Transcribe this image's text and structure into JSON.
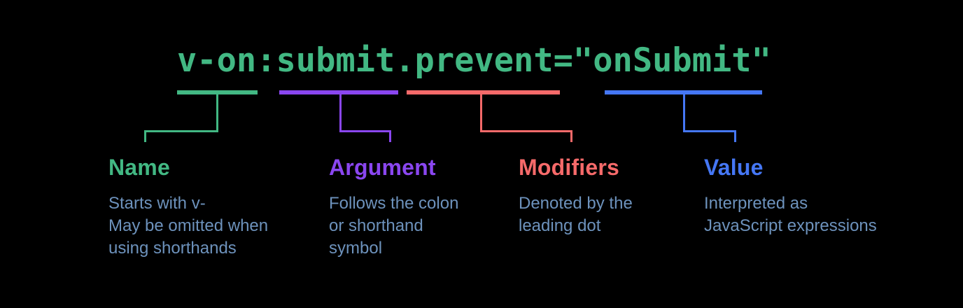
{
  "colors": {
    "background": "#000000",
    "code": "#42B883",
    "description": "#6D92BC"
  },
  "code": {
    "text": "v-on:submit.prevent=\"onSubmit\""
  },
  "segments": [
    {
      "id": "name",
      "label": "Name",
      "color": "#42B883",
      "code_part": "v-on",
      "description_lines": [
        "Starts with v-",
        "May be omitted when",
        "using shorthands"
      ]
    },
    {
      "id": "argument",
      "label": "Argument",
      "color": "#8A46F0",
      "code_part": "submit",
      "description_lines": [
        "Follows the colon",
        "or shorthand",
        "symbol"
      ]
    },
    {
      "id": "modifiers",
      "label": "Modifiers",
      "color": "#F66A6A",
      "code_part": "prevent",
      "description_lines": [
        "Denoted by the",
        "leading dot"
      ]
    },
    {
      "id": "value",
      "label": "Value",
      "color": "#4577F5",
      "code_part": "onSubmit",
      "description_lines": [
        "Interpreted as",
        "JavaScript expressions"
      ]
    }
  ]
}
